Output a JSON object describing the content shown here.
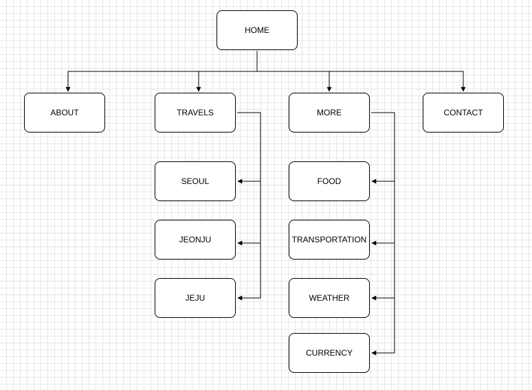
{
  "diagram": {
    "nodes": {
      "home": "HOME",
      "about": "ABOUT",
      "travels": "TRAVELS",
      "more": "MORE",
      "contact": "CONTACT",
      "seoul": "SEOUL",
      "jeonju": "JEONJU",
      "jeju": "JEJU",
      "food": "FOOD",
      "transportation": "TRANSPORTATION",
      "weather": "WEATHER",
      "currency": "CURRENCY"
    },
    "edges": [
      [
        "home",
        "about"
      ],
      [
        "home",
        "travels"
      ],
      [
        "home",
        "more"
      ],
      [
        "home",
        "contact"
      ],
      [
        "travels",
        "seoul"
      ],
      [
        "travels",
        "jeonju"
      ],
      [
        "travels",
        "jeju"
      ],
      [
        "more",
        "food"
      ],
      [
        "more",
        "transportation"
      ],
      [
        "more",
        "weather"
      ],
      [
        "more",
        "currency"
      ]
    ],
    "colors": {
      "stroke": "#000000",
      "fill": "#ffffff",
      "grid": "#e6e6e6"
    }
  }
}
